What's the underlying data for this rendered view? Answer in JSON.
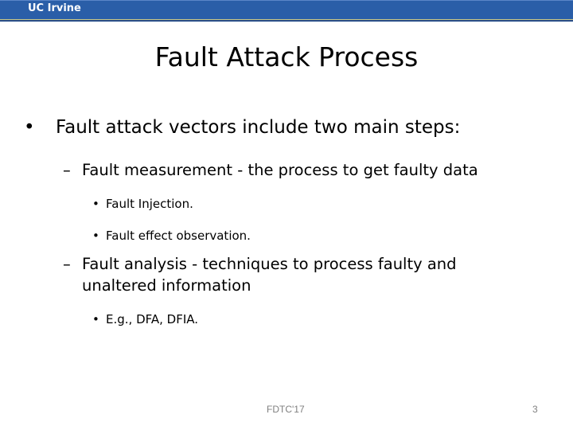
{
  "header": {
    "logo_text": "UC Irvine",
    "colors": {
      "band": "#2a5ea8",
      "accent_line": "#c9c98a",
      "dark_line": "#2d4f86"
    }
  },
  "slide": {
    "title": "Fault Attack Process",
    "bullets": [
      {
        "text": "Fault attack vectors include two main steps:",
        "children": [
          {
            "text": "Fault measurement - the process to get faulty data",
            "children": [
              {
                "text": "Fault Injection."
              },
              {
                "text": "Fault effect observation."
              }
            ]
          },
          {
            "text_line1": "Fault analysis - techniques to process faulty and",
            "text_line2": "unaltered information",
            "children": [
              {
                "text": "E.g., DFA, DFIA."
              }
            ]
          }
        ]
      }
    ],
    "symbols": {
      "bullet": "•",
      "dash": "–"
    }
  },
  "footer": {
    "center_text": "FDTC'17",
    "page_number": "3"
  }
}
